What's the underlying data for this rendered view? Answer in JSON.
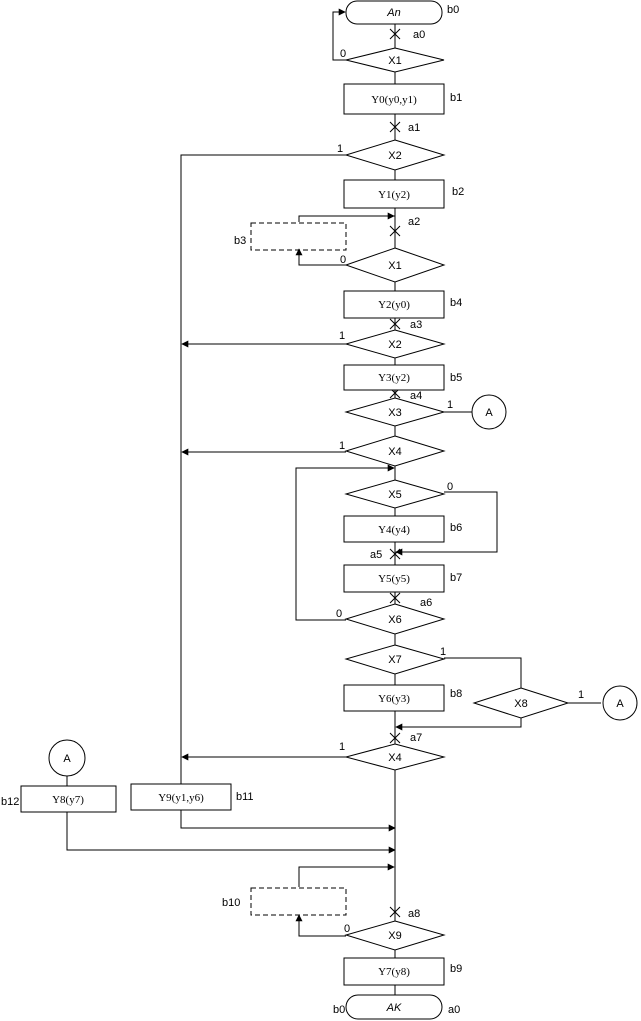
{
  "start": "An",
  "end": "AK",
  "blocks": {
    "b1": "Y0(y0,y1)",
    "b2": "Y1(y2)",
    "b4": "Y2(y0)",
    "b5": "Y3(y2)",
    "b6": "Y4(y4)",
    "b7": "Y5(y5)",
    "b8": "Y6(y3)",
    "b9": "Y7(y8)",
    "b11": "Y9(y1,y6)",
    "b12": "Y8(y7)"
  },
  "conditions": {
    "c1": "X1",
    "c2": "X2",
    "c3": "X1",
    "c4": "X2",
    "c5": "X3",
    "c6": "X4",
    "c7": "X5",
    "c8": "X6",
    "c9": "X7",
    "c10": "X8",
    "c11": "X4",
    "c12": "X9"
  },
  "connector": "A",
  "labels": {
    "b0_top": "b0",
    "b0_bottom": "b0",
    "b1": "b1",
    "b2": "b2",
    "b3": "b3",
    "b4": "b4",
    "b5": "b5",
    "b6": "b6",
    "b7": "b7",
    "b8": "b8",
    "b9": "b9",
    "b10": "b10",
    "b11": "b11",
    "b12": "b12",
    "a0_top": "a0",
    "a0_bottom": "a0",
    "a1": "a1",
    "a2": "a2",
    "a3": "a3",
    "a4": "a4",
    "a5": "a5",
    "a6": "a6",
    "a7": "a7",
    "a8": "a8"
  },
  "branch": {
    "zero": "0",
    "one": "1"
  }
}
